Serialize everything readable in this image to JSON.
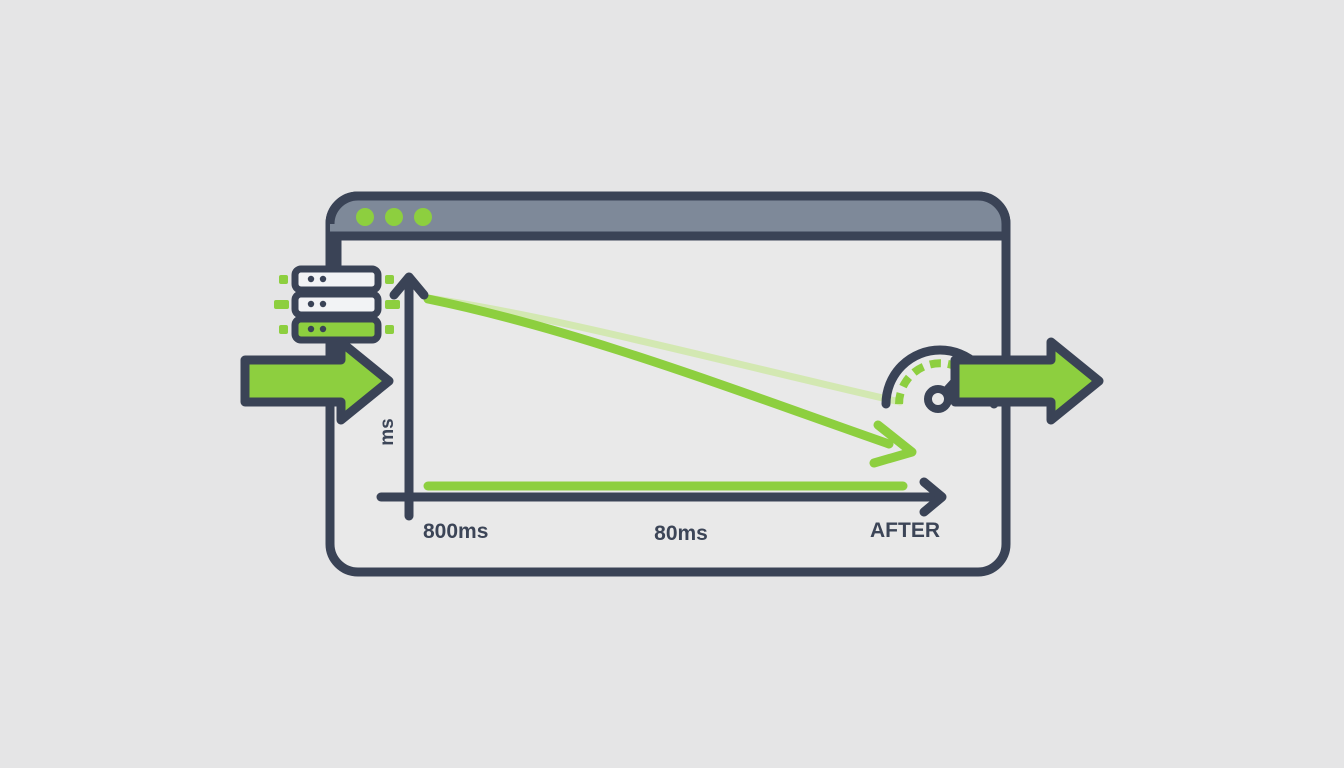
{
  "scene": {
    "background_color": "#e5e5e6",
    "title": "API latency improvement illustration"
  },
  "window": {
    "name": "browser-window",
    "frame_color": "#3a4356",
    "titlebar_color": "#7e8999",
    "body_color": "#e7e7e7",
    "dots": [
      {
        "label": "window-dot-1",
        "color": "#8dcf3f"
      },
      {
        "label": "window-dot-2",
        "color": "#8dcf3f"
      },
      {
        "label": "window-dot-3",
        "color": "#8dcf3f"
      }
    ]
  },
  "server": {
    "name": "server-rack-icon",
    "units": [
      {
        "label": "server-unit-top",
        "filled": "false",
        "fill_color": "#f2f3f5"
      },
      {
        "label": "server-unit-middle",
        "filled": "false",
        "fill_color": "#f2f3f5"
      },
      {
        "label": "server-unit-bottom",
        "filled": "true",
        "fill_color": "#8dcf3f"
      }
    ],
    "led_color": "#8dcf3f",
    "dot_color": "#3a4356"
  },
  "arrows": {
    "input_arrow": {
      "label": "input-flow-arrow",
      "color": "#8dcf3f",
      "direction": "right"
    },
    "output_arrow": {
      "label": "output-flow-arrow",
      "color": "#8dcf3f",
      "direction": "right"
    }
  },
  "gauge": {
    "name": "speed-gauge-icon",
    "arc_good_color": "#8dcf3f",
    "arc_warn_color": "#e8443a",
    "outline_color": "#3a4356",
    "needle_color": "#3a4356"
  },
  "chart_data": {
    "type": "line",
    "title": "",
    "xlabel": "",
    "ylabel": "ms",
    "axis_color": "#3a4356",
    "legend": [],
    "annotations": [
      {
        "name": "baseline-label",
        "text": "800ms",
        "x": 0.0,
        "position": "x-axis-start"
      },
      {
        "name": "improved-label",
        "text": "80ms",
        "x": 0.5,
        "position": "x-axis-middle"
      },
      {
        "name": "after-label",
        "text": "AFTER",
        "x": 1.0,
        "position": "x-axis-end"
      }
    ],
    "series": [
      {
        "name": "latency-decay-curve",
        "color": "#8dcf3f",
        "style": "solid-with-arrowhead",
        "x": [
          0.0,
          0.25,
          0.5,
          0.75,
          1.0
        ],
        "values": [
          800,
          620,
          430,
          250,
          90
        ]
      },
      {
        "name": "latency-ghost-curve",
        "color": "#cfe8a8",
        "style": "faded",
        "x": [
          0.0,
          0.25,
          0.5,
          0.75,
          1.0
        ],
        "values": [
          800,
          700,
          560,
          400,
          250
        ]
      },
      {
        "name": "target-floor-line",
        "color": "#8dcf3f",
        "style": "flat",
        "x": [
          0.0,
          1.0
        ],
        "values": [
          80,
          80
        ]
      }
    ],
    "ylim": [
      0,
      900
    ],
    "xlim": [
      0,
      1
    ],
    "grid": false
  }
}
